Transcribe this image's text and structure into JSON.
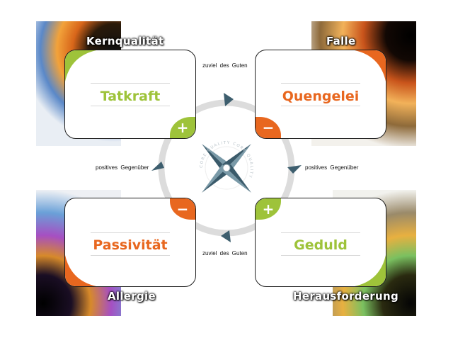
{
  "corners": {
    "top_left": "Kernqualität",
    "top_right": "Falle",
    "bottom_left": "Allergie",
    "bottom_right": "Herausforderung"
  },
  "cards": {
    "top_left": {
      "word": "Tatkraft",
      "sign": "+",
      "accent": "#9ec33a"
    },
    "top_right": {
      "word": "Quengelei",
      "sign": "−",
      "accent": "#e8671f"
    },
    "bottom_left": {
      "word": "Passivität",
      "sign": "−",
      "accent": "#e8671f"
    },
    "bottom_right": {
      "word": "Geduld",
      "sign": "+",
      "accent": "#9ec33a"
    }
  },
  "edges": {
    "top": "zuviel des Guten",
    "bottom": "zuviel des Guten",
    "left": "positives Gegenüber",
    "right": "positives Gegenüber"
  },
  "compass_text": "CORE QUALITY CORE QUALITY",
  "colors": {
    "green": "#9ec33a",
    "orange": "#e8671f",
    "ring": "#dcdcdc"
  }
}
